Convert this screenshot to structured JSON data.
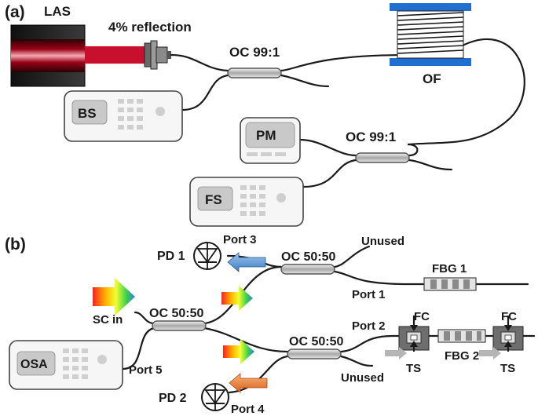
{
  "panel_a": {
    "panel_label": "(a)",
    "laser_label": "LAS",
    "reflection_label": "4% reflection",
    "coupler_top_label": "OC 99:1",
    "fiber_label": "OF",
    "coupler_mid_label": "OC 99:1",
    "bs_label": "BS",
    "pm_label": "PM",
    "fs_label": "FS"
  },
  "panel_b": {
    "panel_label": "(b)",
    "pd1_label": "PD 1",
    "pd2_label": "PD 2",
    "port1": "Port 1",
    "port2": "Port 2",
    "port3": "Port 3",
    "port4": "Port 4",
    "port5": "Port 5",
    "coupler_main_label": "OC 50:50",
    "coupler_upper_label": "OC 50:50",
    "coupler_lower_label": "OC 50:50",
    "unused_top": "Unused",
    "unused_bottom": "Unused",
    "sc_in": "SC in",
    "fbg1": "FBG 1",
    "fbg2": "FBG 2",
    "fc_left": "FC",
    "fc_right": "FC",
    "ts_left": "TS",
    "ts_right": "TS",
    "osa_label": "OSA"
  },
  "colors": {
    "laser_beam": "#c8102e",
    "spool_flange": "#1f6fd1",
    "arrow_blue": "#5b9bd5",
    "arrow_orange": "#ed7d31",
    "arrow_rainbow_start": "#ff2020",
    "arrow_rainbow_end": "#2f7fe6"
  }
}
